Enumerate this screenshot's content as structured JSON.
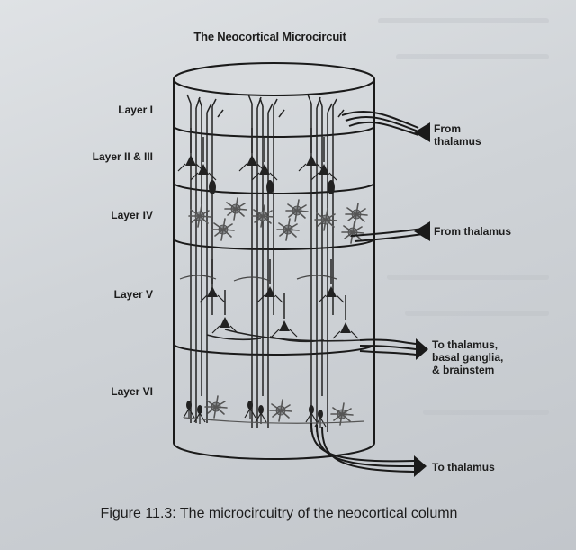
{
  "title": "The Neocortical Microcircuit",
  "layers": [
    {
      "label": "Layer I"
    },
    {
      "label": "Layer II & III"
    },
    {
      "label": "Layer IV"
    },
    {
      "label": "Layer V"
    },
    {
      "label": "Layer VI"
    }
  ],
  "connections": [
    {
      "label": "From\nthalamus"
    },
    {
      "label": "From thalamus"
    },
    {
      "label": "To thalamus,\nbasal ganglia,\n& brainstem"
    },
    {
      "label": "To thalamus"
    }
  ],
  "caption": "Figure 11.3: The microcircuitry of the neocortical column",
  "colors": {
    "ink": "#1a1a1a",
    "paper": "#d6d9dc",
    "cell": "#2a2a2a",
    "stellate": "#8a8d90"
  }
}
